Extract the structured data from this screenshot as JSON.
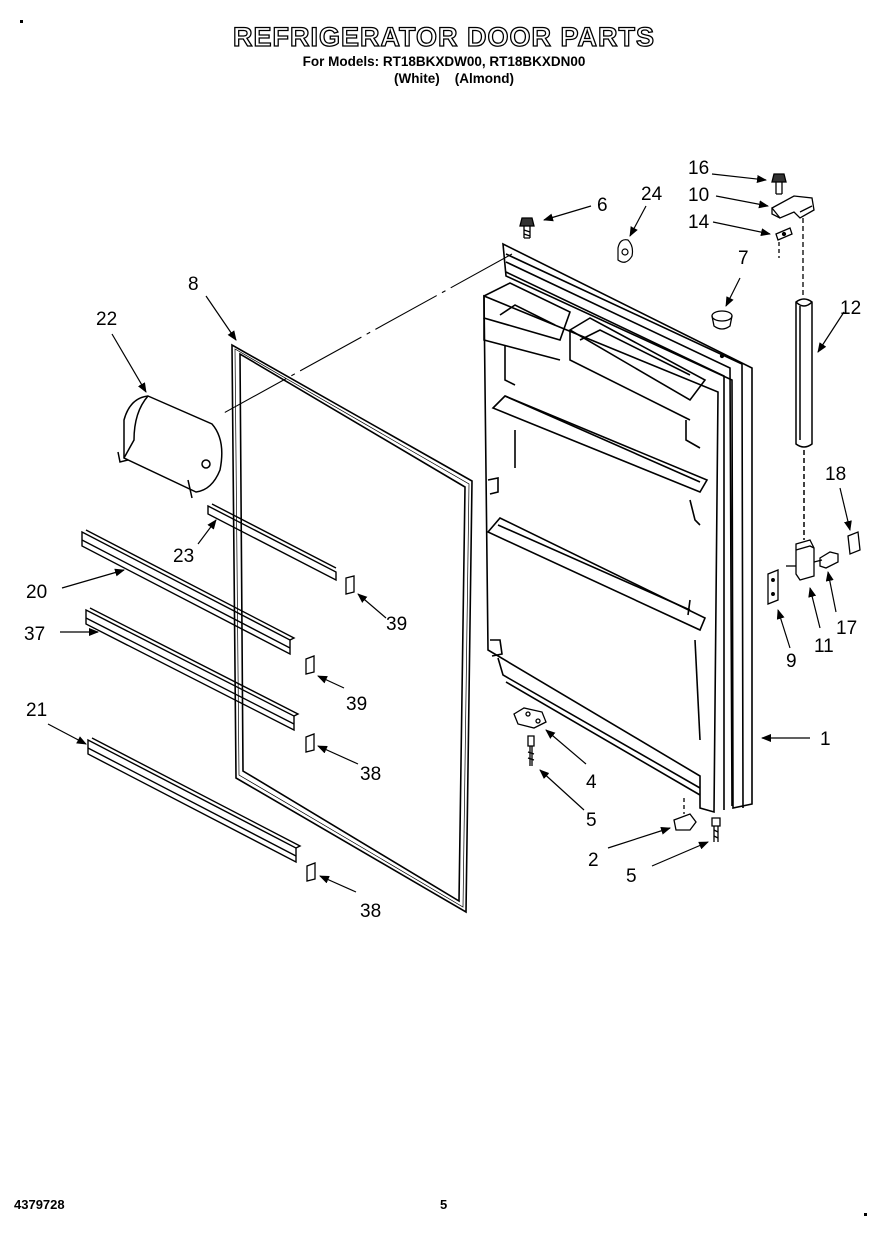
{
  "header": {
    "title": "REFRIGERATOR DOOR PARTS",
    "models_line": "For Models: RT18BKXDW00, RT18BKXDN00",
    "colors_line": "(White)    (Almond)"
  },
  "footer": {
    "catalog_number": "4379728",
    "page_number": "5"
  },
  "callouts": {
    "c1": "1",
    "c2": "2",
    "c4": "4",
    "c5a": "5",
    "c5b": "5",
    "c6": "6",
    "c7": "7",
    "c8": "8",
    "c9": "9",
    "c10": "10",
    "c11": "11",
    "c12": "12",
    "c14": "14",
    "c16": "16",
    "c17": "17",
    "c18": "18",
    "c20": "20",
    "c21": "21",
    "c22": "22",
    "c23": "23",
    "c24": "24",
    "c37": "37",
    "c38a": "38",
    "c38b": "38",
    "c39a": "39",
    "c39b": "39"
  }
}
